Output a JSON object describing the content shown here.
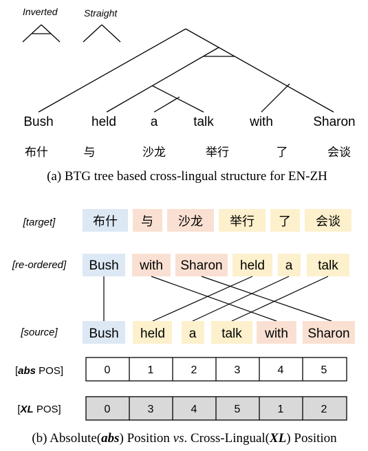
{
  "legend": {
    "inverted_label": "Inverted",
    "straight_label": "Straight"
  },
  "tree": {
    "words": [
      "Bush",
      "held",
      "a",
      "talk",
      "with",
      "Sharon"
    ],
    "zh_words": [
      "布什",
      "与",
      "沙龙",
      "举行",
      "了",
      "会谈"
    ],
    "caption": "(a) BTG tree based cross-lingual structure for EN-ZH"
  },
  "alignment": {
    "target_label": "[target]",
    "reordered_label": "[re-ordered]",
    "source_label": "[source]",
    "target_tokens": [
      "布什",
      "与",
      "沙龙",
      "举行",
      "了",
      "会谈"
    ],
    "reordered_tokens": [
      "Bush",
      "with",
      "Sharon",
      "held",
      "a",
      "talk"
    ],
    "source_tokens": [
      "Bush",
      "held",
      "a",
      "talk",
      "with",
      "Sharon"
    ],
    "token_colors": {
      "blue": "#dde8f5",
      "peach": "#fae0d2",
      "yellow": "#fdf0cc"
    }
  },
  "positions": {
    "abs_label_bold": "abs",
    "abs_label_rest": " POS]",
    "abs_values": [
      "0",
      "1",
      "2",
      "3",
      "4",
      "5"
    ],
    "xl_label_bold": "XL",
    "xl_label_rest": " POS]",
    "xl_values": [
      "0",
      "3",
      "4",
      "5",
      "1",
      "2"
    ],
    "xl_fill": "#d9d9d9"
  },
  "caption_b": {
    "part1": "(b) Absolute(",
    "abs": "abs",
    "part2": ") Position ",
    "vs": "vs",
    "part3": ". Cross-Lingual(",
    "xl": "XL",
    "part4": ") Position"
  }
}
